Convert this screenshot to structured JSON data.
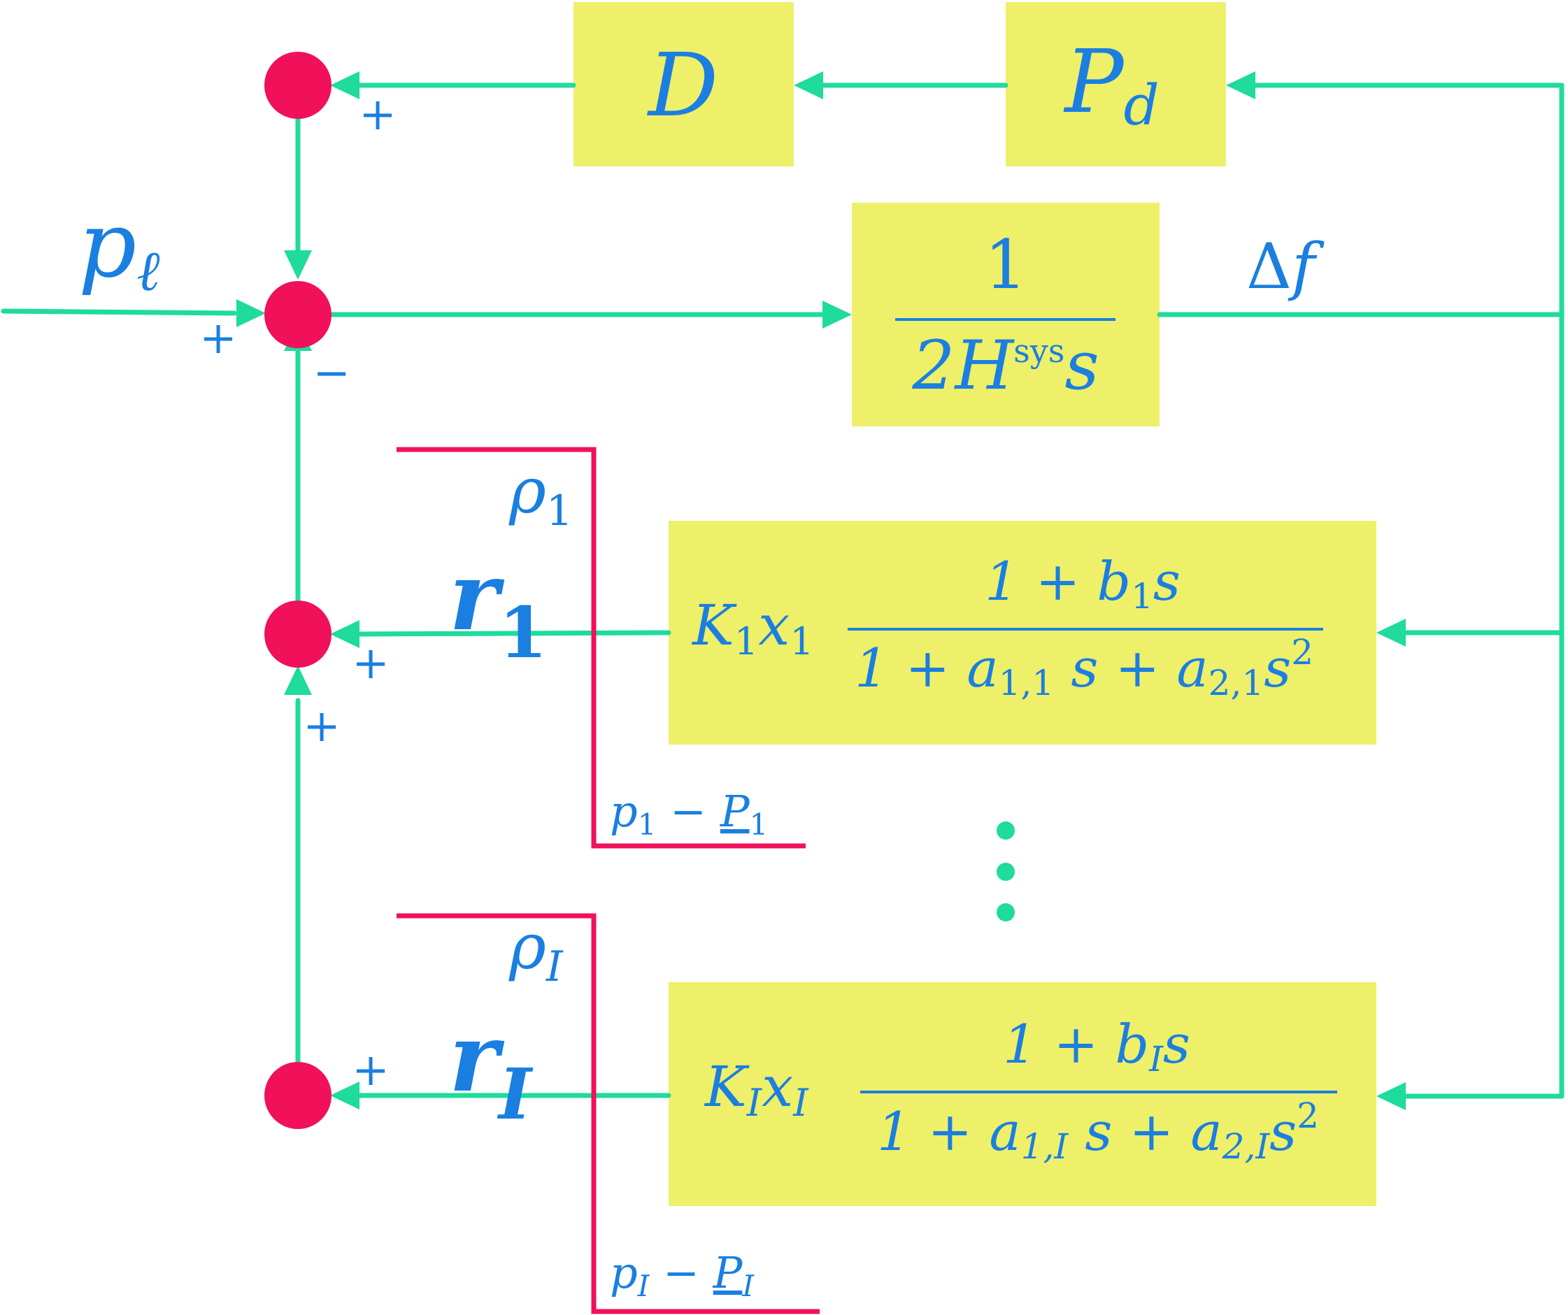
{
  "blocks": {
    "D": {
      "label": "D"
    },
    "Pd": {
      "label": "P",
      "sub": "d"
    },
    "plant": {
      "num": "1",
      "den_a": "2H",
      "den_sup": "sys",
      "den_b": "s"
    },
    "branch_1": {
      "gain_K": "K",
      "gain_K_sub": "1",
      "gain_x": "x",
      "gain_x_sub": "1",
      "num_a": "1 + b",
      "num_sub": "1",
      "num_b": "s",
      "den_a": "1 + a",
      "den_sub1": "1,1",
      "den_b": " s + a",
      "den_sub2": "2,1",
      "den_c": "s",
      "den_sup": "2"
    },
    "branch_I": {
      "gain_K": "K",
      "gain_K_sub": "I",
      "gain_x": "x",
      "gain_x_sub": "I",
      "num_a": "1 + b",
      "num_sub": "I",
      "num_b": "s",
      "den_a": "1 + a",
      "den_sub1": "1,I",
      "den_b": " s + a",
      "den_sub2": "2,I",
      "den_c": "s",
      "den_sup": "2"
    }
  },
  "signals": {
    "load": {
      "base": "p",
      "sub": "ℓ"
    },
    "freq": {
      "delta": "Δ",
      "f": "f"
    },
    "r1": {
      "base": "r",
      "sub": "1"
    },
    "rI": {
      "base": "r",
      "sub": "I"
    }
  },
  "saturations": {
    "s1": {
      "upper_base": "ρ",
      "upper_sub": "1",
      "lower_a": "p",
      "lower_a_sub": "1",
      "lower_minus": " − ",
      "lower_b": "P",
      "lower_b_sub": "1"
    },
    "sI": {
      "upper_base": "ρ",
      "upper_sub": "I",
      "lower_a": "p",
      "lower_a_sub": "I",
      "lower_minus": " − ",
      "lower_b": "P",
      "lower_b_sub": "I"
    }
  },
  "signs": {
    "top_sum_in": "+",
    "main_sum_left": "+",
    "main_sum_bottom": "−",
    "sum1_right": "+",
    "sum1_bottom": "+",
    "sumI_right": "+"
  },
  "colors": {
    "wire": "#1fdb9c",
    "summing_junction": "#f0115a",
    "saturation": "#f0115a",
    "block_fill": "#eef06a",
    "text": "#1a7fe0"
  }
}
